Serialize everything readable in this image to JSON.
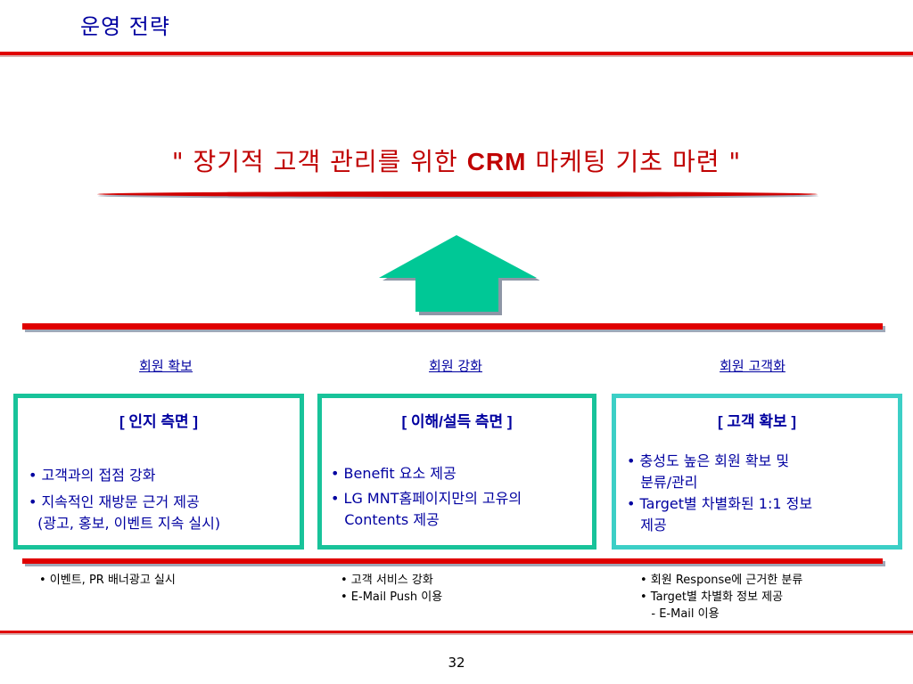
{
  "page_title": "운영 전략",
  "headline": {
    "prefix": "\" 장기적 고객 관리를 위한 ",
    "emphasis": "CRM",
    "suffix": " 마케팅 기초 마련 \""
  },
  "arrow_icon": "up-arrow-icon",
  "colors": {
    "accent_red": "#e00000",
    "box_green": "#18c39a",
    "box_teal": "#3ccfc6",
    "arrow_green": "#00c896",
    "text_navy": "#0000a0"
  },
  "columns": [
    {
      "heading": "회원 확보",
      "box_title": "[ 인지 측면 ]",
      "bullets": [
        "• 고객과의 접점 강화",
        "• 지속적인 재방문 근거 제공",
        "  (광고, 홍보, 이벤트 지속 실시)"
      ],
      "sub_items": [
        "• 이벤트, PR 배너광고 실시"
      ]
    },
    {
      "heading": "회원 강화",
      "box_title": "[ 이해/설득 측면 ]",
      "bullets": [
        "• Benefit 요소 제공",
        "• LG MNT홈페이지만의 고유의",
        "   Contents 제공"
      ],
      "sub_items": [
        "• 고객 서비스 강화",
        "• E-Mail Push 이용"
      ]
    },
    {
      "heading": "회원 고객화",
      "box_title": "[ 고객 확보 ]",
      "bullets": [
        "• 충성도 높은 회원 확보 및",
        "   분류/관리",
        "• Target별 차별화된 1:1 정보",
        "   제공"
      ],
      "sub_items": [
        "• 회원 Response에 근거한 분류",
        "• Target별 차별화 정보 제공",
        "   - E-Mail 이용"
      ]
    }
  ],
  "page_number": "32"
}
